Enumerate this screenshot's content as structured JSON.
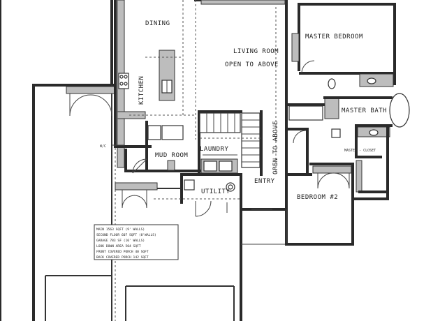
{
  "rooms": {
    "dining": "DINING",
    "living_room": "LIVING ROOM",
    "open_to_above_1": "OPEN TO ABOVE",
    "master_bedroom": "MASTER BEDROOM",
    "master_bath": "MASTER BATH",
    "master_closet": "MASTER - CLOSET",
    "kitchen": "KITCHEN",
    "mud_room": "MUD ROOM",
    "laundry": "LAUNDRY",
    "utility": "UTILITY",
    "entry": "ENTRY",
    "open_to_above_2": "OPEN TO ABOVE",
    "bedroom_2": "BEDROOM #2"
  },
  "small_labels": {
    "wic": "W/C"
  },
  "area_summary": [
    "MAIN 1563 SQFT (9' WALLS)",
    "SECOND FLOOR 607 SQFT (8'WALLS)",
    "GARAGE 783 SF (10' WALLS)",
    "LOOK DOWN AREA 504 SQFT",
    "FRONT COVERED PORCH 40 SQFT",
    "BACK COVERED PORCH 142 SQFT"
  ]
}
